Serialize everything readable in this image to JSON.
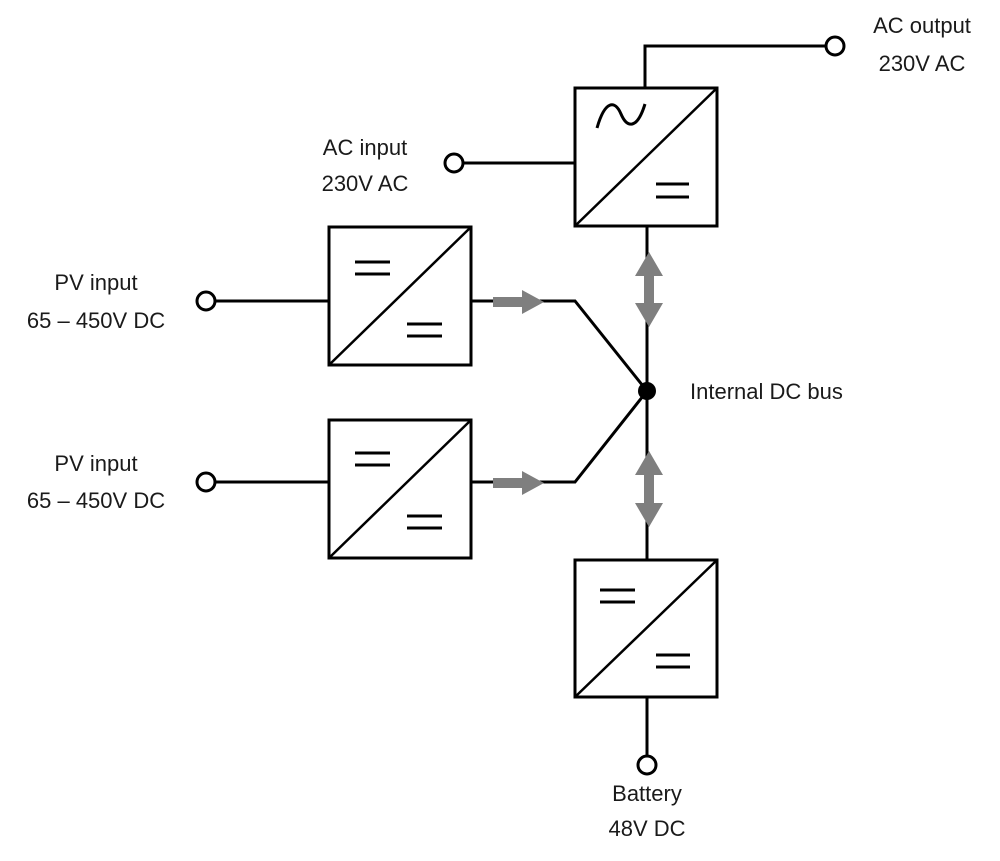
{
  "terminals": {
    "ac_output": {
      "line1": "AC output",
      "line2": "230V AC"
    },
    "ac_input": {
      "line1": "AC input",
      "line2": "230V AC"
    },
    "pv_input_1": {
      "line1": "PV input",
      "line2": "65 – 450V DC"
    },
    "pv_input_2": {
      "line1": "PV input",
      "line2": "65 – 450V DC"
    },
    "battery": {
      "line1": "Battery",
      "line2": "48V DC"
    }
  },
  "bus": {
    "label": "Internal DC bus"
  },
  "converters": [
    {
      "id": "inverter",
      "kind": "AC/DC"
    },
    {
      "id": "mppt-1",
      "kind": "DC/DC"
    },
    {
      "id": "mppt-2",
      "kind": "DC/DC"
    },
    {
      "id": "battery-converter",
      "kind": "DC/DC"
    }
  ],
  "colors": {
    "line": "#000000",
    "flow_arrow": "#7f7f7f",
    "background": "#ffffff"
  }
}
